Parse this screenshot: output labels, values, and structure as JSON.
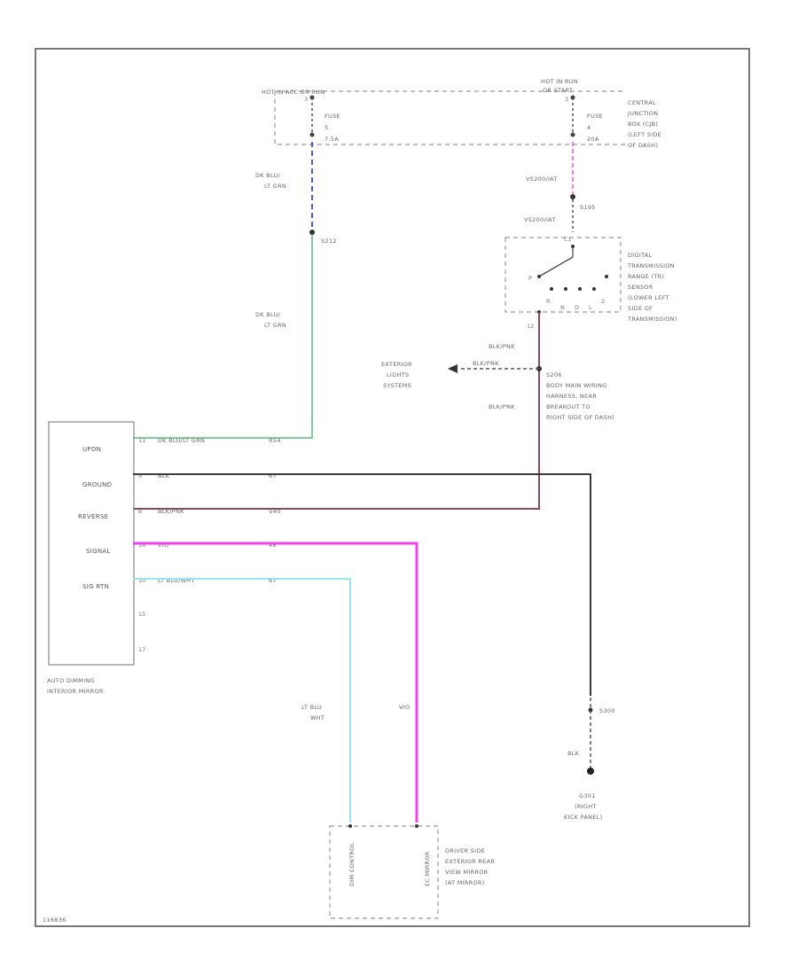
{
  "fuse_left": {
    "supply": "HOT IN ACC OR RUN",
    "pin": "3",
    "fuse_label": "FUSE",
    "fuse_number": "5",
    "fuse_rating": "7.5A"
  },
  "fuse_right": {
    "supply_line1": "HOT IN RUN",
    "supply_line2": "OR START",
    "pin": "3",
    "fuse_label": "FUSE",
    "fuse_number": "4",
    "fuse_rating": "20A",
    "cjb_lines": [
      "CENTRAL",
      "JUNCTION",
      "BOX (CJB)",
      "(LEFT SIDE",
      "OF DASH)"
    ]
  },
  "wire_labels": {
    "dk_blu_top": [
      "DK BLU/",
      "LT GRN"
    ],
    "dk_blu_mid": [
      "DK BLU/",
      "LT GRN"
    ],
    "splice_s212": "S212",
    "conn_top": "VS200/IAT",
    "splice_s195": "S195",
    "conn_bottom": "VS200/IAT",
    "blk_pnk_upper": "BLK/PNK",
    "blk_pnk_arrow": "BLK/PNK",
    "blk_pnk_lower": "BLK/PNK",
    "pin_12": "12",
    "lt_blu_wht": [
      "LT BLU",
      "WHT"
    ],
    "vio": "VIO",
    "blk": "BLK",
    "splice_s300": "S300"
  },
  "trs": {
    "lines": [
      "DIGITAL",
      "TRANSMISSION",
      "RANGE (TR)",
      "SENSOR",
      "(LOWER LEFT",
      "SIDE OF",
      "TRANSMISSION)"
    ],
    "pin_top": "C1",
    "pins": [
      "P",
      "R",
      "N",
      "D",
      "L",
      "2"
    ]
  },
  "exterior_lights": [
    "EXTERIOR",
    "LIGHTS",
    "SYSTEMS"
  ],
  "splice_s206": {
    "id": "S206",
    "lines": [
      "BODY MAIN WIRING",
      "HARNESS, NEAR",
      "BREAKOUT TO",
      "RIGHT SIDE OF DASH)"
    ]
  },
  "mirror": {
    "terminals": [
      "UPDN",
      "GROUND",
      "REVERSE",
      "SIGNAL",
      "SIG RTN"
    ],
    "pin_numbers": [
      "11",
      "9",
      "8",
      "14",
      "10",
      "15",
      "17"
    ],
    "wire_colors": [
      "DK BLU/LT GRN",
      "BLK",
      "BLK/PNK",
      "VIO",
      "LT BLU/WHT"
    ],
    "circuit_ids": [
      "R54",
      "67",
      "V40",
      "48",
      "67"
    ],
    "caption": [
      "AUTO DIMMING",
      "INTERIOR MIRROR"
    ]
  },
  "ground": {
    "id": "G301",
    "lines": [
      "G301",
      "(RIGHT",
      "KICK PANEL)"
    ]
  },
  "driver_mirror": {
    "lines": [
      "DRIVER SIDE",
      "EXTERIOR REAR",
      "VIEW MIRROR",
      "(AT MIRROR)"
    ],
    "left_label": "DIM CONTROL",
    "right_label": "EC MIRROR"
  },
  "footer_code": "116836",
  "colors": {
    "dk_blu": "#4a5fd6",
    "dk_blu_lt_grn": "#7fcf9e",
    "vio": "#ee44ee",
    "pink_wire": "#ee7fee",
    "blk_pnk": "#8a4a5a",
    "blk": "#3a3a3a",
    "lt_blu_wht": "#9ae6f0"
  }
}
